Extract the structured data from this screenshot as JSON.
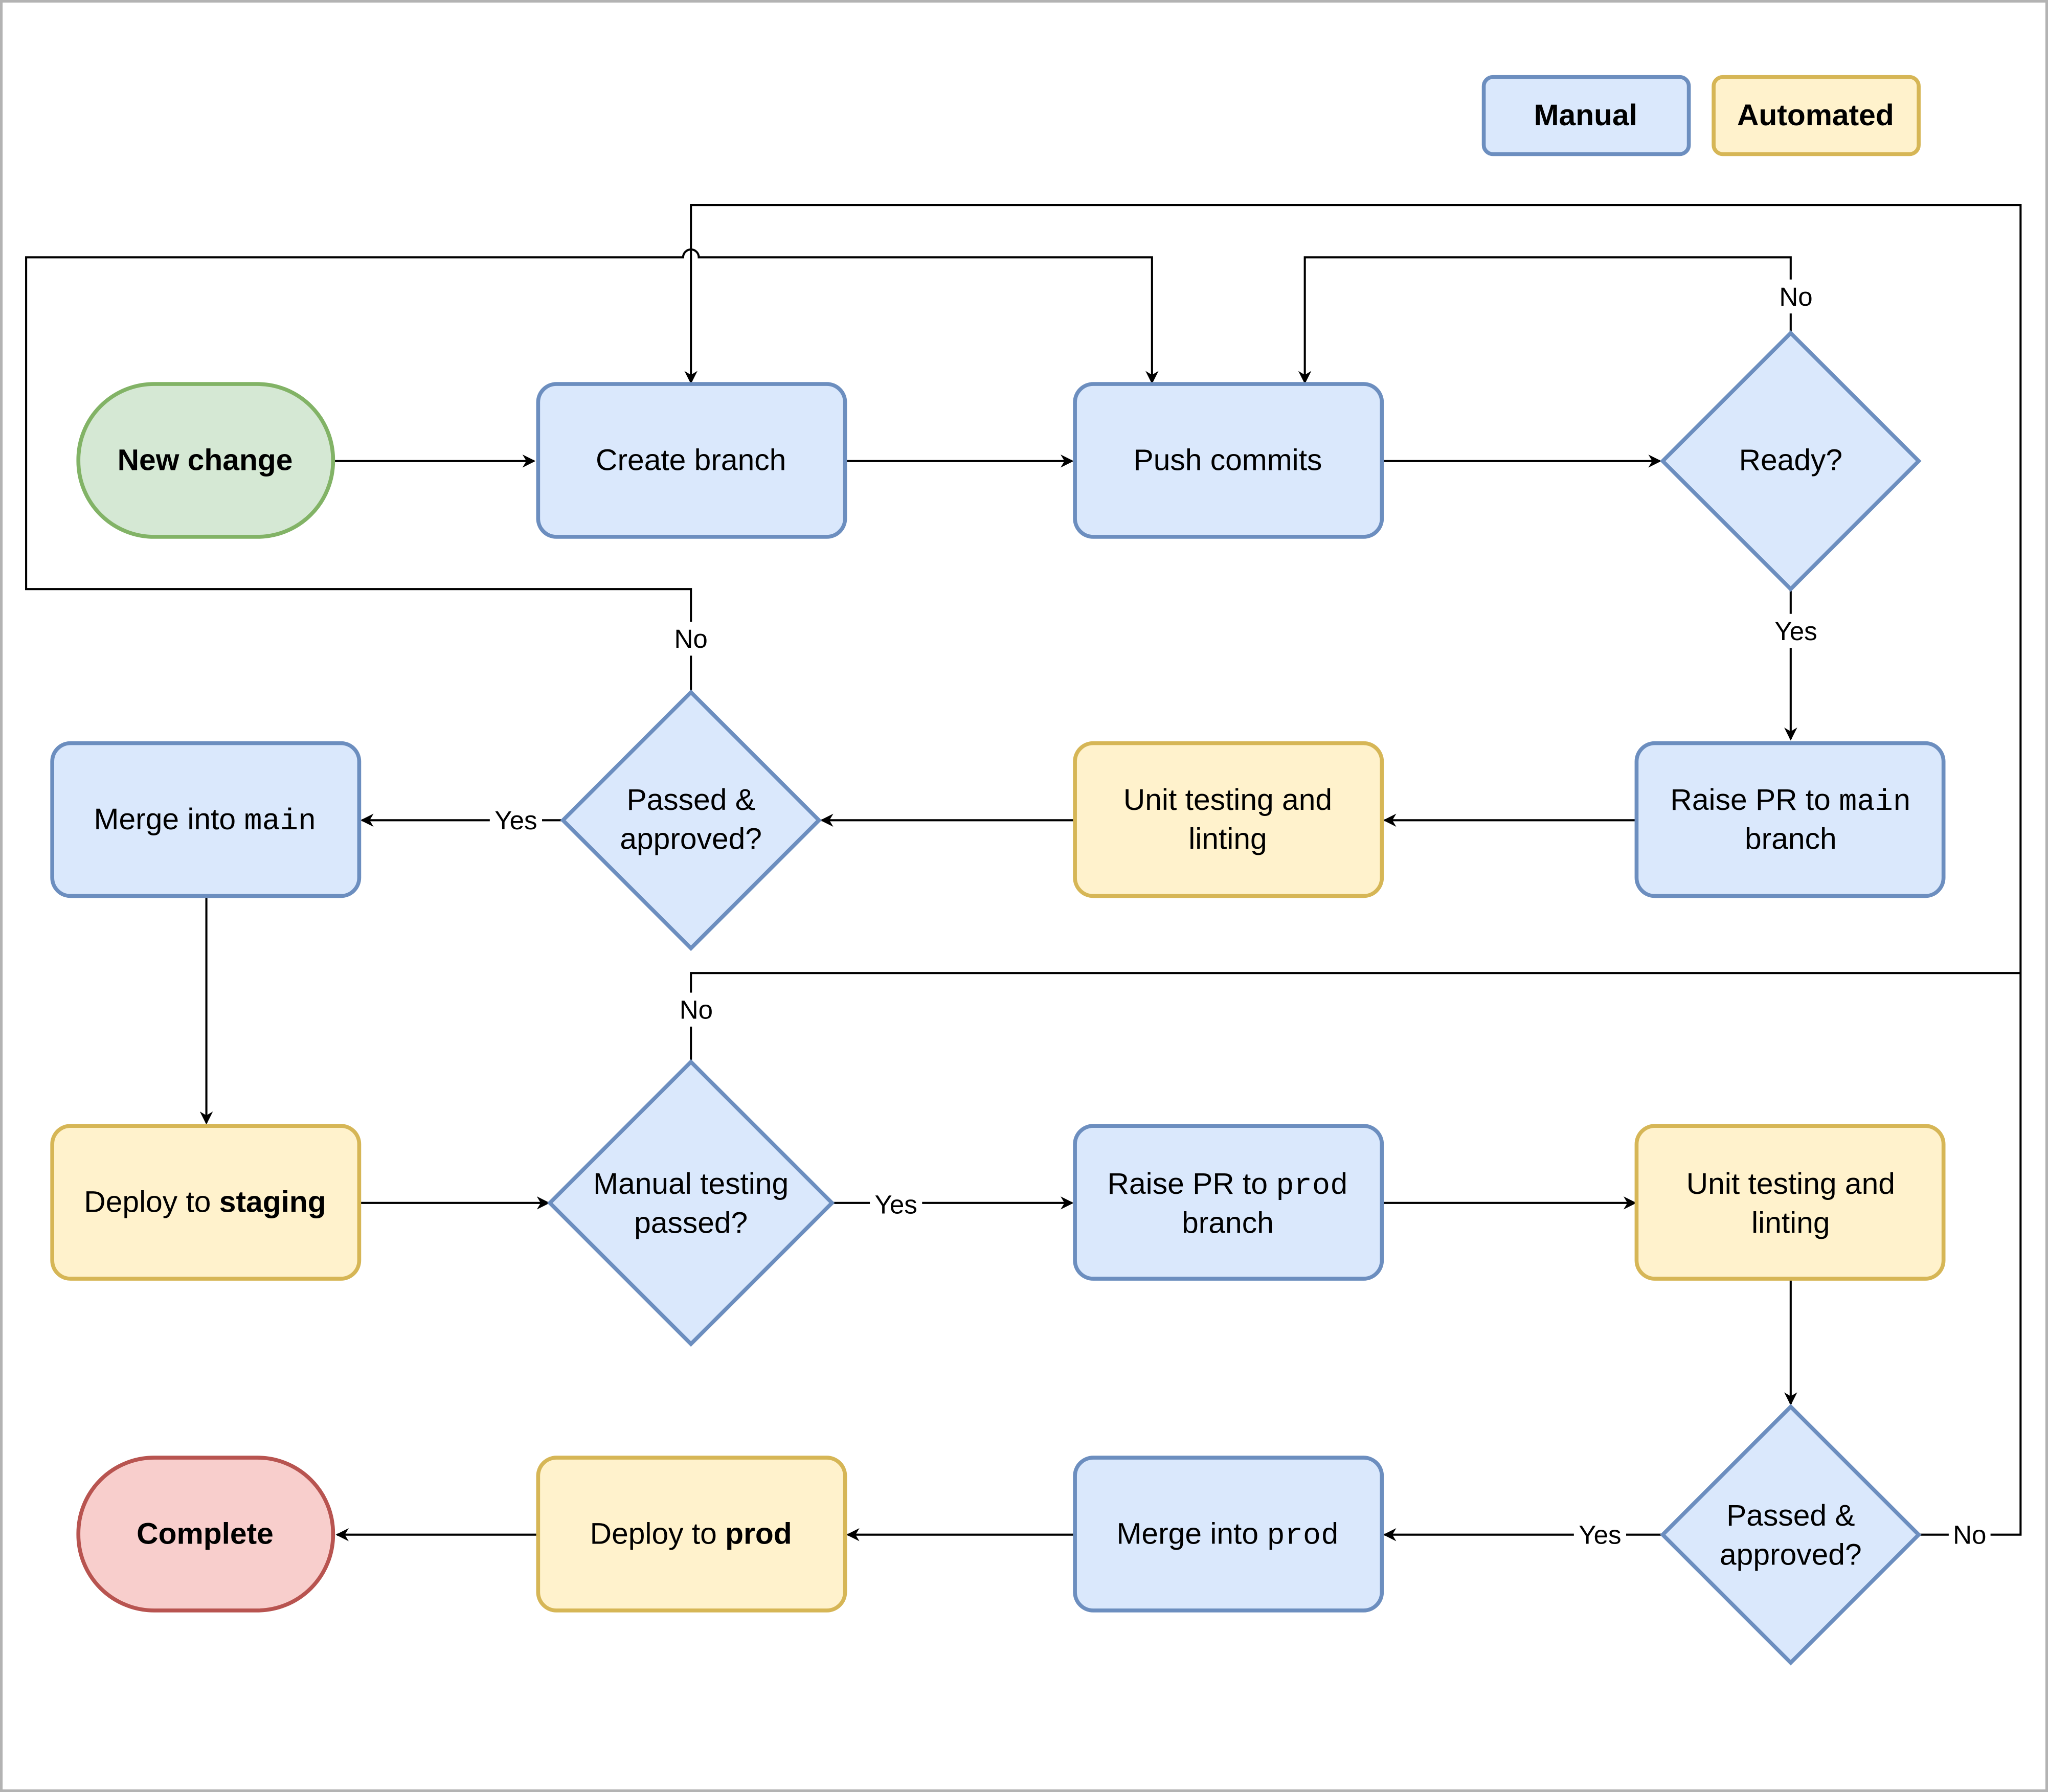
{
  "legend": {
    "manual_label": "Manual",
    "automated_label": "Automated"
  },
  "colors": {
    "manual_fill": "#dae8fc",
    "manual_stroke": "#6c8ebf",
    "automated_fill": "#fff2cc",
    "automated_stroke": "#d6b656",
    "start_fill": "#d5e8d4",
    "start_stroke": "#82b366",
    "end_fill": "#f8cecc",
    "end_stroke": "#b85450",
    "frame_stroke": "#b3b3b3"
  },
  "nodes": {
    "new_change": {
      "label": "New change",
      "kind": "start"
    },
    "create_branch": {
      "label": "Create branch",
      "kind": "manual"
    },
    "push_commits": {
      "label": "Push commits",
      "kind": "manual"
    },
    "ready": {
      "label": "Ready?",
      "kind": "decision"
    },
    "raise_pr_main": {
      "line1_text": "Raise PR to ",
      "line1_code": "main",
      "line2": "branch",
      "kind": "manual"
    },
    "unit_testing_1": {
      "line1": "Unit testing and",
      "line2": "linting",
      "kind": "automated"
    },
    "passed_approved_1": {
      "line1": "Passed &",
      "line2": "approved?",
      "kind": "decision"
    },
    "merge_main": {
      "text": "Merge into ",
      "code": "main",
      "kind": "manual"
    },
    "deploy_staging": {
      "text": "Deploy to ",
      "bold": "staging",
      "kind": "automated"
    },
    "manual_testing": {
      "line1": "Manual testing",
      "line2": "passed?",
      "kind": "decision"
    },
    "raise_pr_prod": {
      "line1_text": "Raise PR to ",
      "line1_code": "prod",
      "line2": "branch",
      "kind": "manual"
    },
    "unit_testing_2": {
      "line1": "Unit testing and",
      "line2": "linting",
      "kind": "automated"
    },
    "passed_approved_2": {
      "line1": "Passed &",
      "line2": "approved?",
      "kind": "decision"
    },
    "merge_prod": {
      "text": "Merge into ",
      "code": "prod",
      "kind": "manual"
    },
    "deploy_prod": {
      "text": "Deploy to ",
      "bold": "prod",
      "kind": "automated"
    },
    "complete": {
      "label": "Complete",
      "kind": "end"
    }
  },
  "edge_labels": {
    "yes": "Yes",
    "no": "No"
  }
}
